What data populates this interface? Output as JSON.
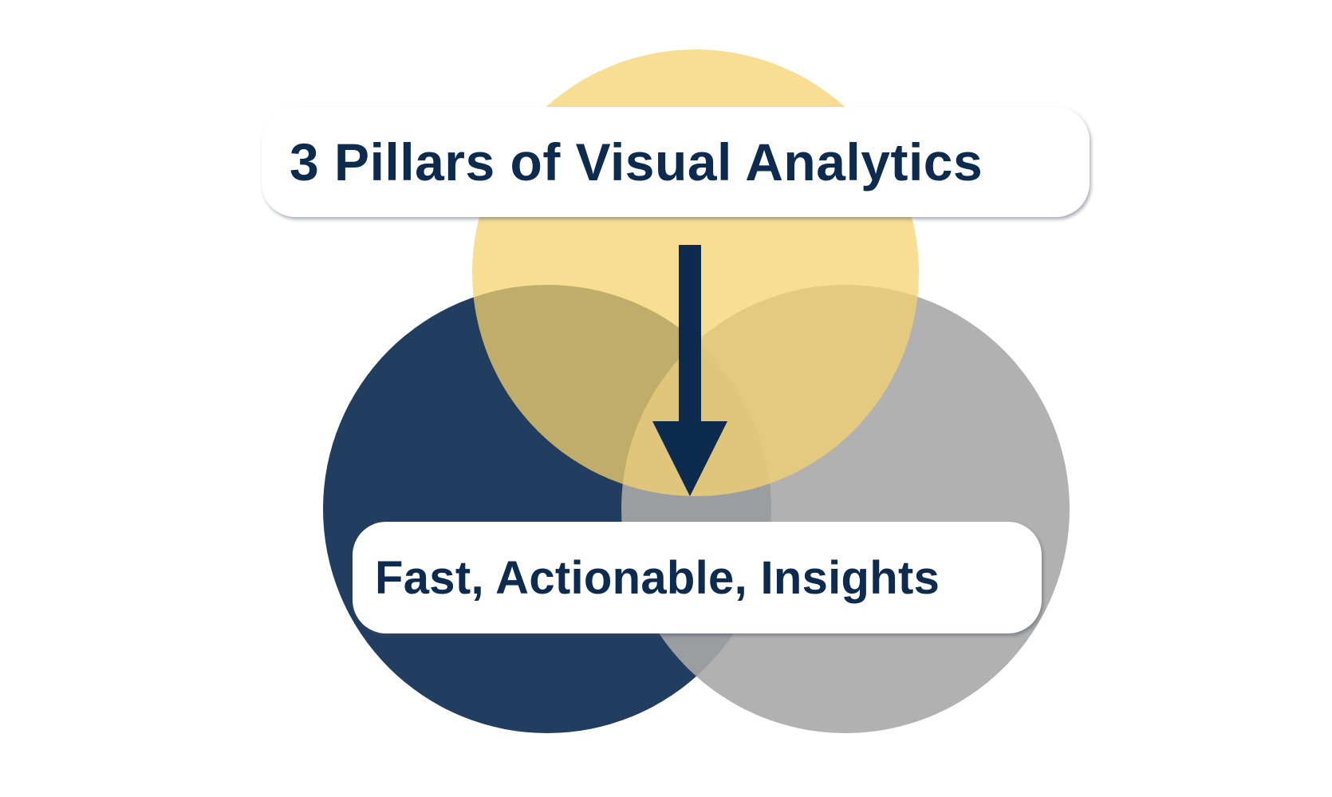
{
  "title": "3 Pillars of Visual Analytics",
  "result": "Fast, Actionable, Insights",
  "colors": {
    "top_circle": "#f5d36f",
    "left_circle": "#213d60",
    "right_circle": "#a8a8a8",
    "arrow": "#0c2b4e",
    "text": "#0c2b4e",
    "background": "#ffffff"
  },
  "icons": [
    "down-arrow"
  ]
}
